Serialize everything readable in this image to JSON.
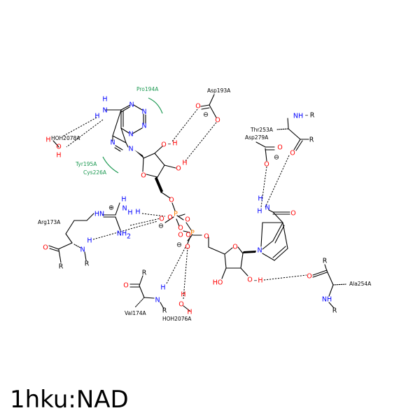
{
  "title": "1hku:NAD",
  "colors": {
    "bond": "#000000",
    "nitrogen": "#0000ff",
    "oxygen": "#ff0000",
    "phosphorus": "#ff8000",
    "hydrophobic": "#1a9850",
    "carbon_text": "#000000"
  },
  "residues": {
    "pro194": "Pro194A",
    "asp193": "Asp193A",
    "thr253": "Thr253A",
    "asp279": "Asp279A",
    "hoh2078": "HOH2078A",
    "tyr195": "Tyr195A",
    "cys226": "Cys226A",
    "arg173": "Arg173A",
    "val174": "Val174A",
    "hoh2076": "HOH2076A",
    "ala254": "Ala254A"
  },
  "atoms": {
    "N": "N",
    "O": "O",
    "H": "H",
    "P": "P",
    "R": "R",
    "NH": "NH",
    "NH_R": "NH",
    "OH": "OH",
    "HO": "HO",
    "HN": "HN",
    "NH2": "NH",
    "sub2": "2",
    "plus": "⊕",
    "minus": "⊖",
    "dash": "–"
  }
}
